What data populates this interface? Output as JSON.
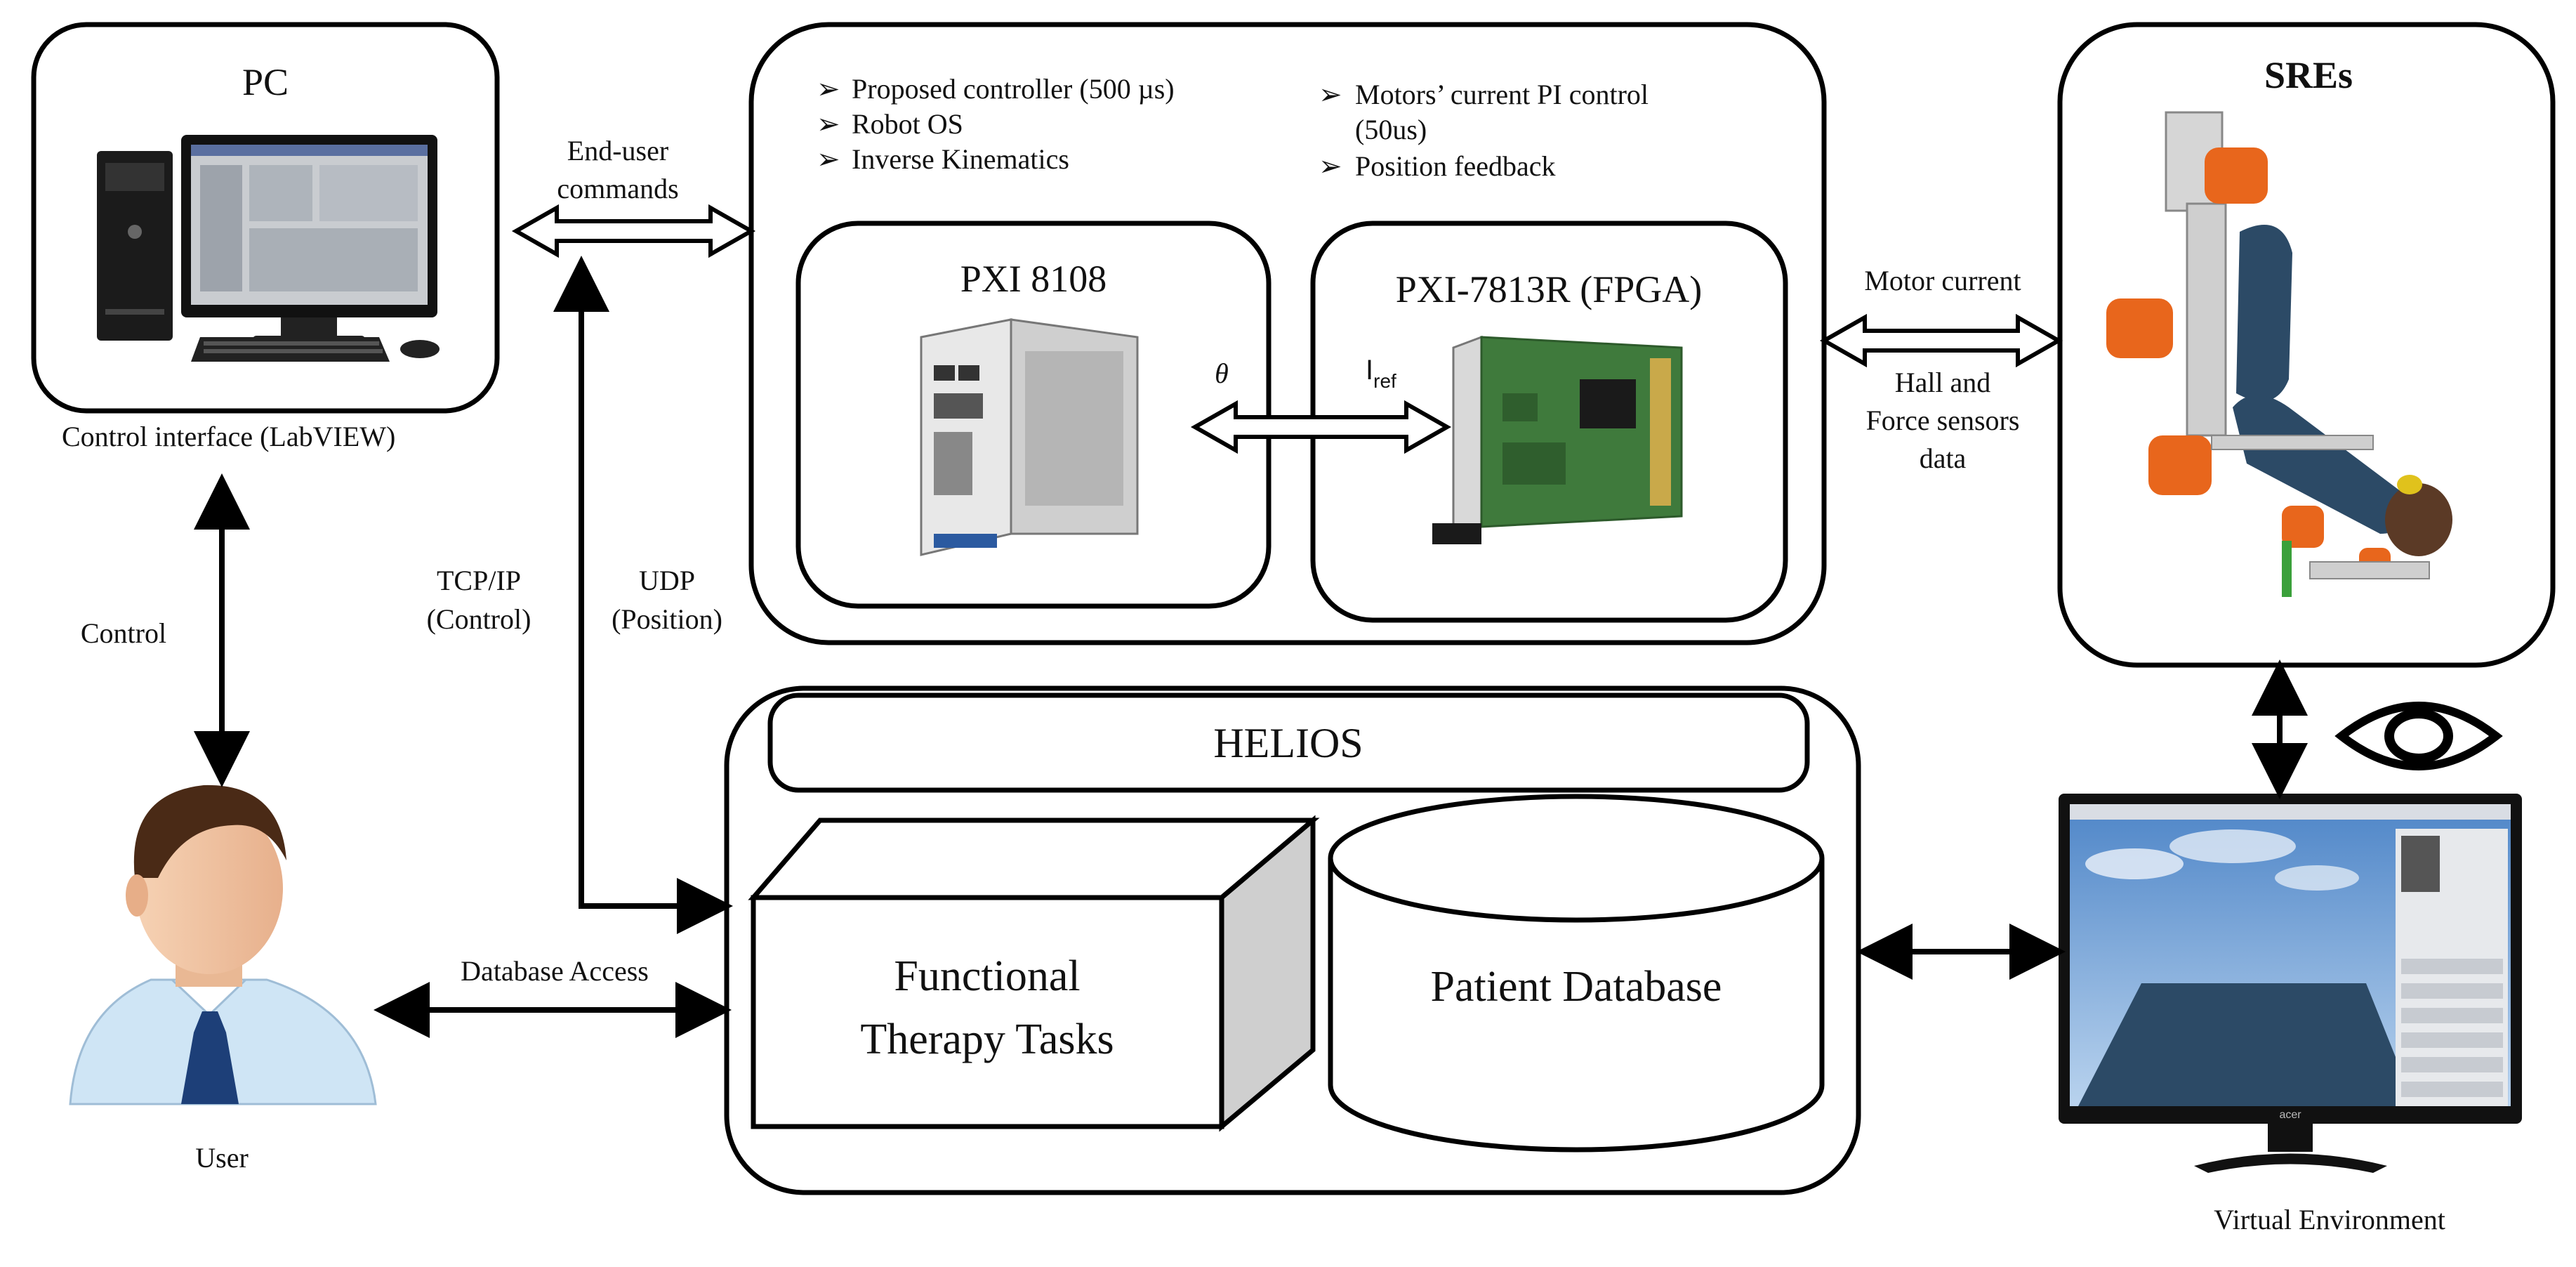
{
  "pc": {
    "title": "PC",
    "caption": "Control interface (LabVIEW)"
  },
  "user": {
    "caption": "User"
  },
  "sres": {
    "title": "SREs"
  },
  "virtual_env": {
    "caption": "Virtual Environment",
    "monitor_brand": "acer"
  },
  "controller": {
    "bullets_left": [
      "Proposed controller (500 µs)",
      "Robot OS",
      "Inverse Kinematics"
    ],
    "bullets_right": [
      "Motors’ current PI control",
      "(50us)",
      "Position feedback"
    ],
    "pxi8108": {
      "title": "PXI 8108"
    },
    "pxi7813": {
      "title": "PXI-7813R (FPGA)"
    },
    "theta_label": "θ",
    "iref_label": "I",
    "iref_sub": "ref"
  },
  "helios": {
    "title": "HELIOS",
    "tasks": [
      "Functional",
      "Therapy Tasks"
    ],
    "database": "Patient Database"
  },
  "links": {
    "end_user_commands": [
      "End-user",
      "commands"
    ],
    "motor_current": "Motor current",
    "sensors": [
      "Hall and",
      "Force sensors",
      "data"
    ],
    "control": "Control",
    "tcpip": [
      "TCP/IP",
      "(Control)"
    ],
    "udp": [
      "UDP",
      "(Position)"
    ],
    "database_access": "Database  Access"
  },
  "colors": {
    "robot_orange": "#e8661c",
    "robot_blue": "#2c4a66",
    "sky_blue": "#6e9fd6",
    "card_green": "#3f7a3c",
    "shirt_blue": "#cfe5f5",
    "tie_navy": "#1d3f78"
  }
}
